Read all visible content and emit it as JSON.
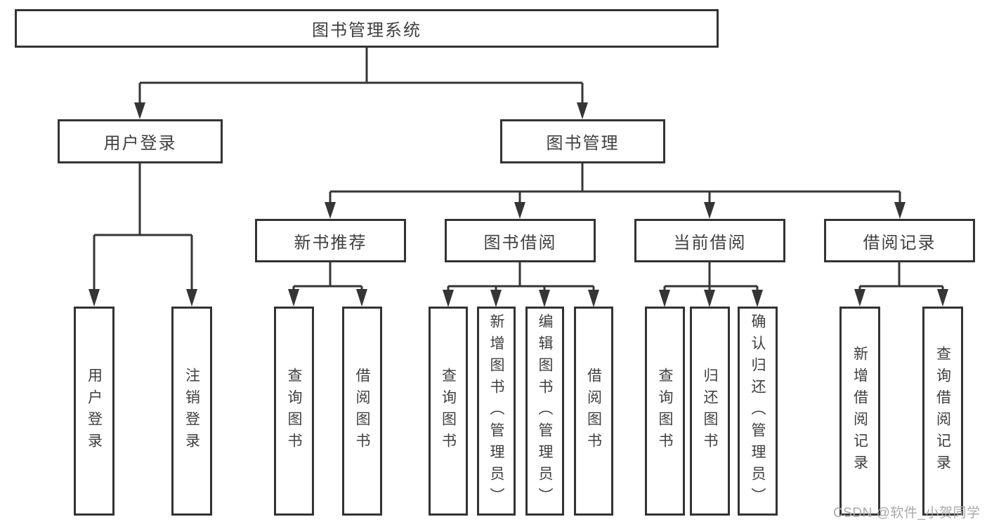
{
  "diagram": {
    "root": "图书管理系统",
    "login": {
      "label": "用户登录",
      "children": {
        "user_login": "用户登录",
        "logout": "注销登录"
      }
    },
    "management": {
      "label": "图书管理",
      "new_books": {
        "label": "新书推荐",
        "children": {
          "query_book": "查询图书",
          "borrow_book": "借阅图书"
        }
      },
      "borrowing": {
        "label": "图书借阅",
        "children": {
          "query_book": "查询图书",
          "add_book": "新增图书（管理员）",
          "edit_book": "编辑图书（管理员）",
          "borrow_book": "借阅图书"
        }
      },
      "current": {
        "label": "当前借阅",
        "children": {
          "query_book": "查询图书",
          "return_book": "归还图书",
          "confirm_return": "确认归还（管理员）"
        }
      },
      "records": {
        "label": "借阅记录",
        "children": {
          "add_record": "新增借阅记录",
          "query_record": "查询借阅记录"
        }
      }
    }
  },
  "watermark": "CSDN @软件_小贺同学",
  "colors": {
    "line": "#353535",
    "box_border": "#333333",
    "text": "#3f3f3f",
    "watermark": "#a9a9a9",
    "background": "#ffffff"
  }
}
